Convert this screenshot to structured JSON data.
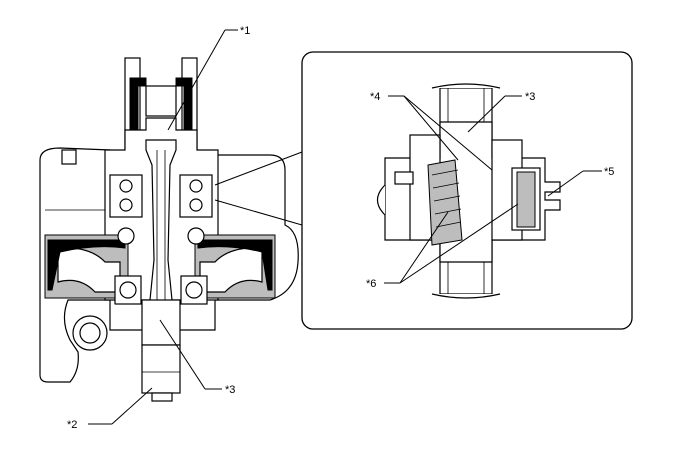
{
  "diagram": {
    "callouts": [
      {
        "id": "c1",
        "text": "*1"
      },
      {
        "id": "c2",
        "text": "*2"
      },
      {
        "id": "c3a",
        "text": "*3"
      },
      {
        "id": "c3b",
        "text": "*3"
      },
      {
        "id": "c4",
        "text": "*4"
      },
      {
        "id": "c5",
        "text": "*5"
      },
      {
        "id": "c6",
        "text": "*6"
      }
    ]
  }
}
